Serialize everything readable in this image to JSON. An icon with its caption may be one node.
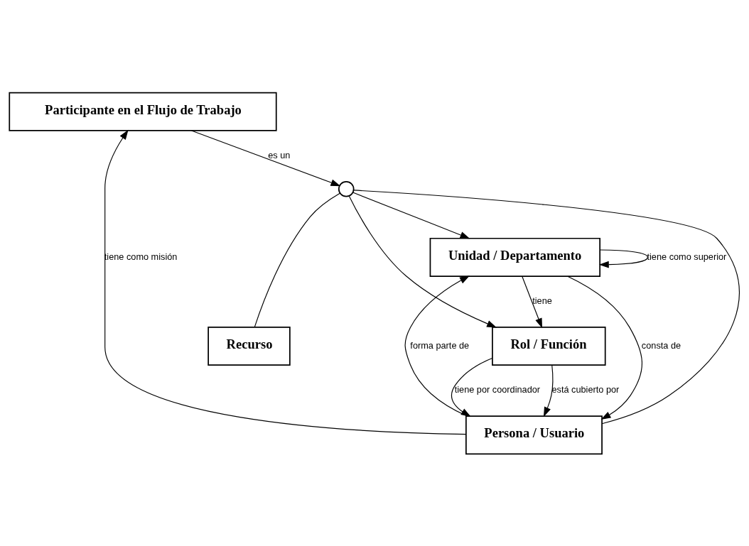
{
  "diagram": {
    "nodes": [
      {
        "text": [
          "Participante en el Flujo de Trabajo"
        ]
      },
      {
        "text": [
          "Unidad / Departamento"
        ]
      },
      {
        "text": [
          "Persona / Usuario"
        ]
      },
      {
        "text": [
          "Rol / Función"
        ]
      },
      {
        "text": [
          "Recurso"
        ]
      },
      {
        "text": [],
        "shape": "circle"
      }
    ],
    "edges": [
      {
        "from": 0,
        "to": 5,
        "arrow": "to",
        "label": "es un"
      },
      {
        "from": 5,
        "to": 1,
        "arrow": "to"
      },
      {
        "from": 5,
        "to": 2,
        "arrow": "none"
      },
      {
        "from": 5,
        "to": 3,
        "arrow": "to"
      },
      {
        "from": 5,
        "to": 4,
        "arrow": "none"
      },
      {
        "from": 2,
        "to": 0,
        "arrow": "to",
        "label": "tiene como misión"
      },
      {
        "from": 1,
        "to": 1,
        "arrow": "to",
        "label": "tiene como superior"
      },
      {
        "from": 1,
        "to": 2,
        "arrow": "to",
        "label": "consta de"
      },
      {
        "from": 2,
        "to": 1,
        "arrow": "to",
        "label": "forma parte de"
      },
      {
        "from": 1,
        "to": 3,
        "arrow": "to",
        "label": "tiene"
      },
      {
        "from": 3,
        "to": 2,
        "arrow": "to",
        "label": "está cubierto por"
      },
      {
        "from": 3,
        "to": 2,
        "arrow": "to",
        "label": "tiene por coordinador"
      }
    ]
  }
}
